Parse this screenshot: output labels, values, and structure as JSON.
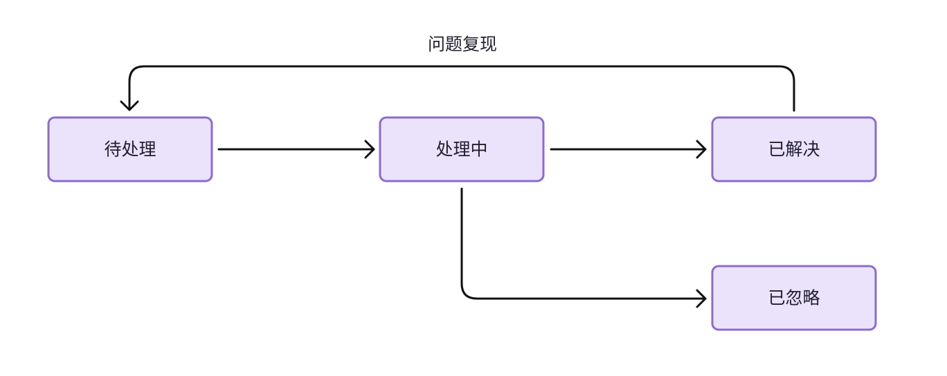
{
  "nodes": {
    "pending": "待处理",
    "processing": "处理中",
    "resolved": "已解决",
    "ignored": "已忽略"
  },
  "edges": {
    "reopen_label": "问题复现"
  },
  "colors": {
    "node_fill": "#ebe3fc",
    "node_border": "#8b6bd0",
    "edge_stroke": "#111111",
    "text": "#1f1f2e"
  }
}
